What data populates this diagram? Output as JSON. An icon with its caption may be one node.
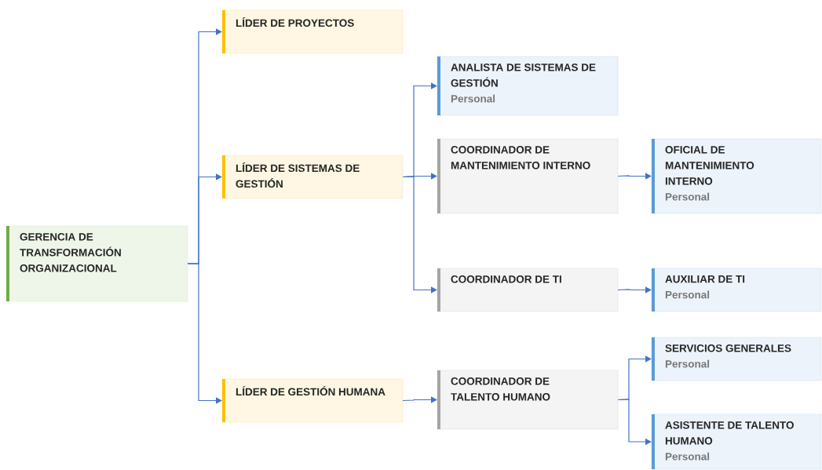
{
  "diagram": {
    "nodes": [
      {
        "text": [
          "GERENCIA DE TRANSFORMACIÓN ORGANIZACIONAL"
        ]
      },
      {
        "text": [
          "LÍDER DE PROYECTOS"
        ]
      },
      {
        "text": [
          "LÍDER DE SISTEMAS DE GESTIÓN"
        ]
      },
      {
        "text": [
          "LÍDER DE GESTIÓN HUMANA"
        ]
      },
      {
        "text": [
          "ANALISTA DE SISTEMAS DE GESTIÓN",
          "Personal"
        ]
      },
      {
        "text": [
          "COORDINADOR DE MANTENIMIENTO INTERNO"
        ]
      },
      {
        "text": [
          "OFICIAL DE MANTENIMIENTO INTERNO",
          "Personal"
        ]
      },
      {
        "text": [
          "COORDINADOR DE TI"
        ]
      },
      {
        "text": [
          "AUXILIAR DE TI",
          "Personal"
        ]
      },
      {
        "text": [
          "COORDINADOR DE TALENTO HUMANO"
        ]
      },
      {
        "text": [
          "SERVICIOS GENERALES",
          "Personal"
        ]
      },
      {
        "text": [
          "ASISTENTE DE TALENTO HUMANO",
          "Personal"
        ]
      }
    ],
    "edges": [
      {
        "from": 0,
        "to": 1,
        "arrow": "to"
      },
      {
        "from": 0,
        "to": 2,
        "arrow": "to"
      },
      {
        "from": 0,
        "to": 3,
        "arrow": "to"
      },
      {
        "from": 2,
        "to": 4,
        "arrow": "to"
      },
      {
        "from": 2,
        "to": 5,
        "arrow": "to"
      },
      {
        "from": 2,
        "to": 7,
        "arrow": "to"
      },
      {
        "from": 5,
        "to": 6,
        "arrow": "to"
      },
      {
        "from": 7,
        "to": 8,
        "arrow": "to"
      },
      {
        "from": 3,
        "to": 9,
        "arrow": "to"
      },
      {
        "from": 9,
        "to": 10,
        "arrow": "to"
      },
      {
        "from": 9,
        "to": 11,
        "arrow": "to"
      }
    ]
  }
}
